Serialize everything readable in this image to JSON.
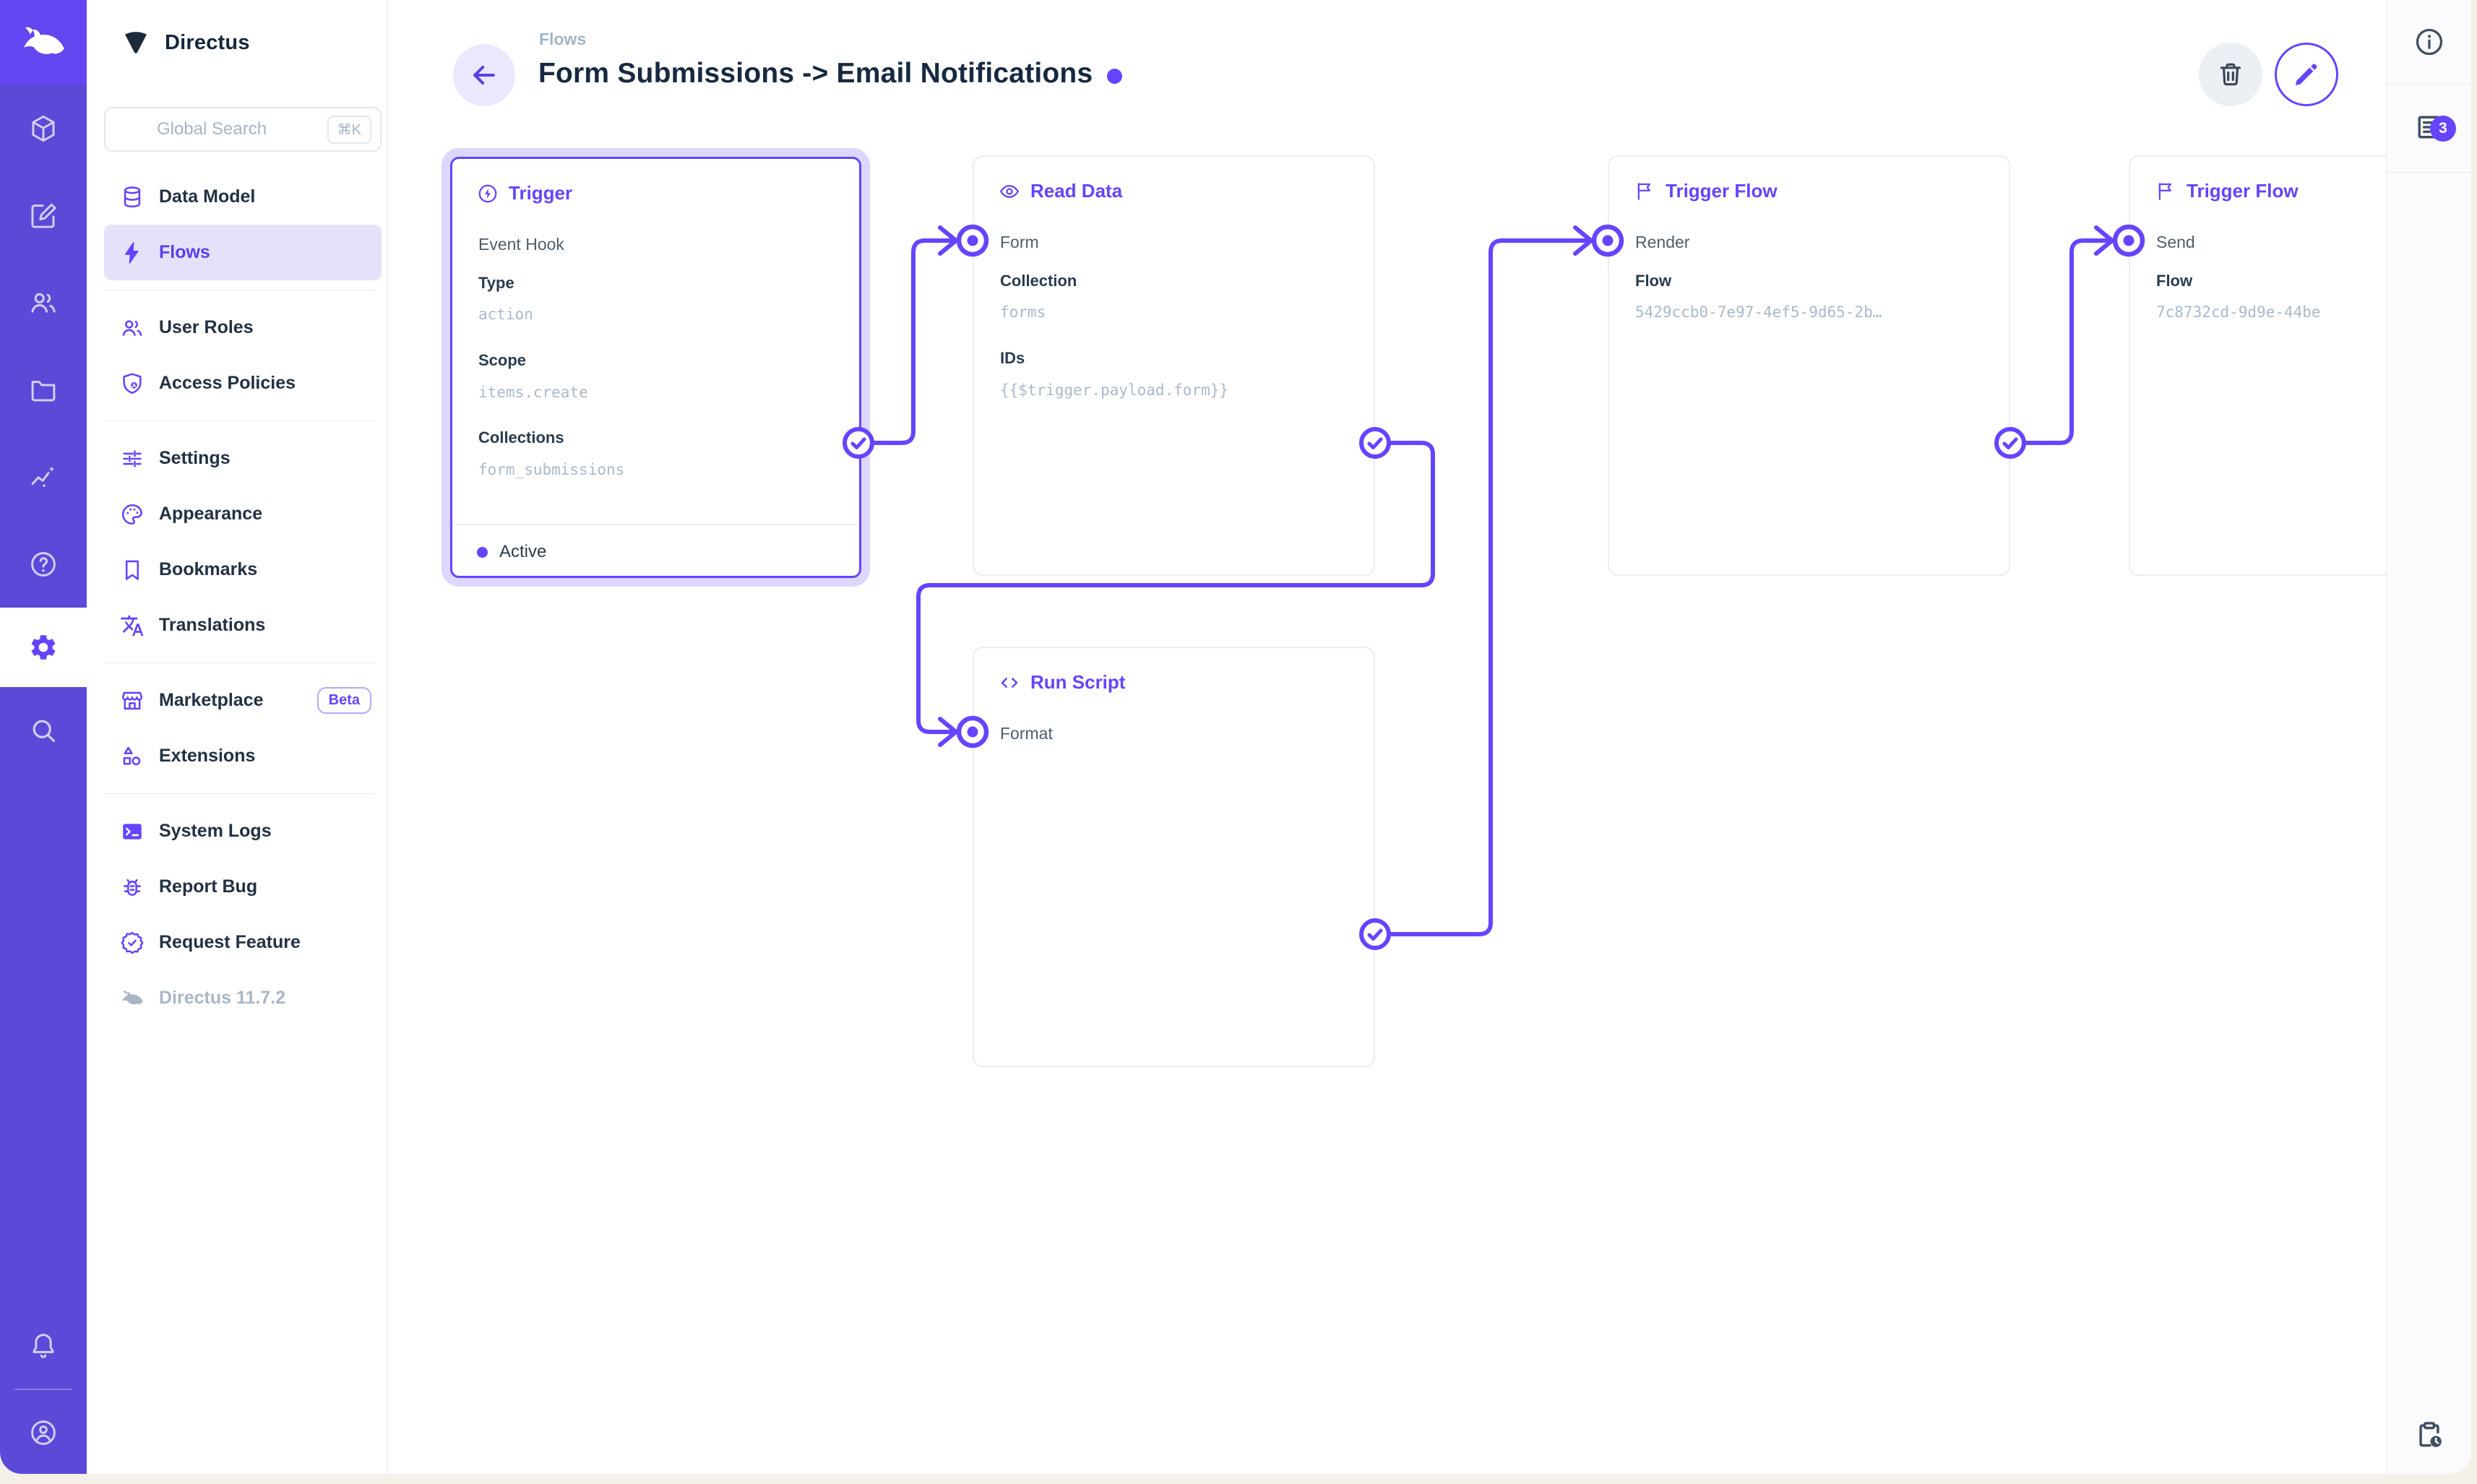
{
  "colors": {
    "accent": "#6644FF",
    "rail": "#5B49D8",
    "rail_logo": "#6346F0",
    "active_item_bg": "#E6E1FB",
    "node_border": "#E9EDF5",
    "mono_value": "#A9B9CB",
    "title_text": "#172940",
    "frame_cream": "#F5F0E8"
  },
  "rail": {
    "icons": [
      "directus-rabbit-logo",
      "box-icon",
      "compose-icon",
      "people-icon",
      "folder-icon",
      "insights-icon",
      "help-icon",
      "gear-icon",
      "search-icon",
      "bell-icon",
      "avatar-icon"
    ],
    "active_module": "settings"
  },
  "sidebar": {
    "project_name": "Directus",
    "search": {
      "placeholder": "Global Search",
      "shortcut": "⌘K"
    },
    "groups": [
      {
        "items": [
          {
            "label": "Data Model",
            "icon": "database-icon"
          },
          {
            "label": "Flows",
            "icon": "bolt-icon",
            "active": true
          }
        ]
      },
      {
        "items": [
          {
            "label": "User Roles",
            "icon": "user-roles-icon"
          },
          {
            "label": "Access Policies",
            "icon": "shield-person-icon"
          }
        ]
      },
      {
        "items": [
          {
            "label": "Settings",
            "icon": "tune-icon"
          },
          {
            "label": "Appearance",
            "icon": "palette-icon"
          },
          {
            "label": "Bookmarks",
            "icon": "bookmark-icon"
          },
          {
            "label": "Translations",
            "icon": "translate-icon"
          }
        ]
      },
      {
        "items": [
          {
            "label": "Marketplace",
            "icon": "storefront-icon",
            "badge": "Beta"
          },
          {
            "label": "Extensions",
            "icon": "shapes-icon"
          }
        ]
      },
      {
        "items": [
          {
            "label": "System Logs",
            "icon": "terminal-icon"
          },
          {
            "label": "Report Bug",
            "icon": "bug-icon"
          },
          {
            "label": "Request Feature",
            "icon": "feature-icon"
          }
        ]
      }
    ],
    "version": "Directus 11.7.2"
  },
  "header": {
    "breadcrumb": "Flows",
    "title": "Form Submissions -> Email Notifications"
  },
  "nodes": [
    {
      "title": "Trigger",
      "icon": "bolt-circle-icon",
      "name": "Event Hook",
      "fields": [
        {
          "label": "Type",
          "value": "action"
        },
        {
          "label": "Scope",
          "value": "items.create"
        },
        {
          "label": "Collections",
          "value": "form_submissions"
        }
      ],
      "status": "Active",
      "selected": true
    },
    {
      "title": "Read Data",
      "icon": "eye-icon",
      "name": "Form",
      "fields": [
        {
          "label": "Collection",
          "value": "forms"
        },
        {
          "label": "IDs",
          "value": "{{$trigger.payload.form}}"
        }
      ]
    },
    {
      "title": "Trigger Flow",
      "icon": "flag-icon",
      "name": "Render",
      "fields": [
        {
          "label": "Flow",
          "value": "5429ccb0-7e97-4ef5-9d65-2b…"
        }
      ]
    },
    {
      "title": "Trigger Flow",
      "icon": "flag-icon",
      "name": "Send",
      "fields": [
        {
          "label": "Flow",
          "value": "7c8732cd-9d9e-44be"
        }
      ]
    },
    {
      "title": "Run Script",
      "icon": "code-icon",
      "name": "Format",
      "fields": []
    }
  ],
  "rightbar": {
    "icons": [
      "info-icon",
      "logs-icon",
      "clipboard-clock-icon"
    ],
    "notifications_count": "3"
  }
}
